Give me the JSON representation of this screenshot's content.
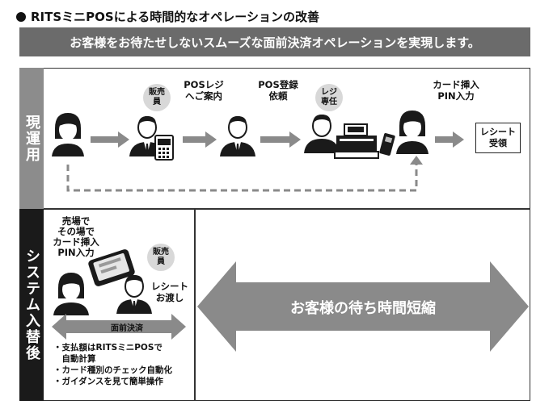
{
  "heading": {
    "bullet": "●",
    "text": "RITSミニPOSによる時間的なオペレーションの改善"
  },
  "banner": {
    "text": "お客様をお待たせしないスムーズな面前決済オペレーションを実現します。"
  },
  "current": {
    "label": "現運用",
    "bubble_staff": "販売員",
    "bubble_register": "レジ専任",
    "step_guide": [
      "POSレジ",
      "へご案内"
    ],
    "step_pos": [
      "POS登録",
      "依頼"
    ],
    "step_card": [
      "カード挿入",
      "PIN入力"
    ],
    "receipt": [
      "レシート",
      "受領"
    ]
  },
  "replacement": {
    "label": "システム入替後",
    "onsite": [
      "売場で",
      "その場で",
      "カード挿入",
      "PIN入力"
    ],
    "bubble_staff": "販売員",
    "receipt": [
      "レシート",
      "お渡し"
    ],
    "face_to_face": "面前決済",
    "features": [
      "・支払額はRITSミニPOSで",
      "　自動計算",
      "・カード種別のチェック自動化",
      "・ガイダンスを見て簡単操作"
    ],
    "big_arrow": "お客様の待ち時間短縮"
  },
  "colors": {
    "banner": "#6b6b6b",
    "side_dark": "#1a1a1a",
    "side_gray": "#8c8c8c",
    "arrow_gray": "#8a8a8a",
    "bubble": "#d8d8d8"
  }
}
